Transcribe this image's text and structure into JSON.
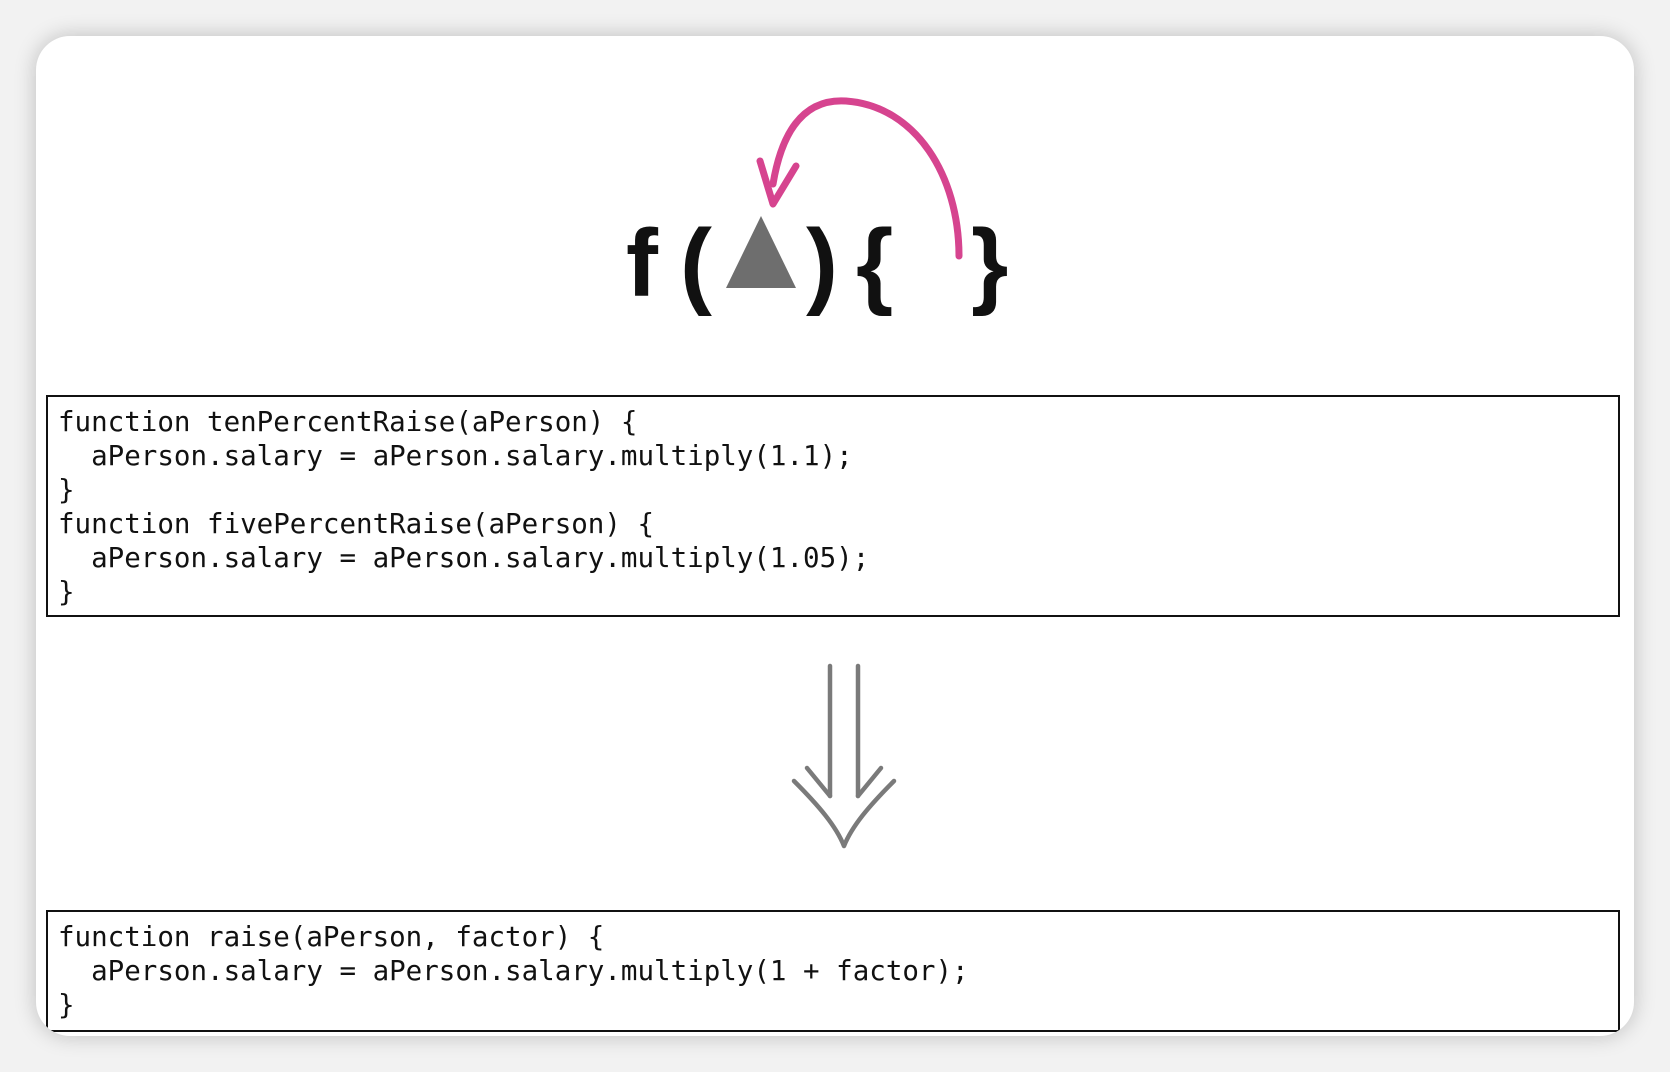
{
  "icon": {
    "glyph_f": "f",
    "open_paren": "(",
    "close_paren": ")",
    "open_brace": "{",
    "close_brace": "}",
    "parameter_icon": "triangle-icon",
    "arrow_icon": "curved-arrow-icon",
    "arrow_color": "#d6448f",
    "triangle_color": "#6e6e6e"
  },
  "before_code": {
    "lines": [
      "function tenPercentRaise(aPerson) {",
      "  aPerson.salary = aPerson.salary.multiply(1.1);",
      "}",
      "function fivePercentRaise(aPerson) {",
      "  aPerson.salary = aPerson.salary.multiply(1.05);",
      "}"
    ]
  },
  "transform_arrow": {
    "icon": "double-down-arrow-icon",
    "color": "#7a7a7a"
  },
  "after_code": {
    "lines": [
      "function raise(aPerson, factor) {",
      "  aPerson.salary = aPerson.salary.multiply(1 + factor);",
      "}"
    ]
  }
}
